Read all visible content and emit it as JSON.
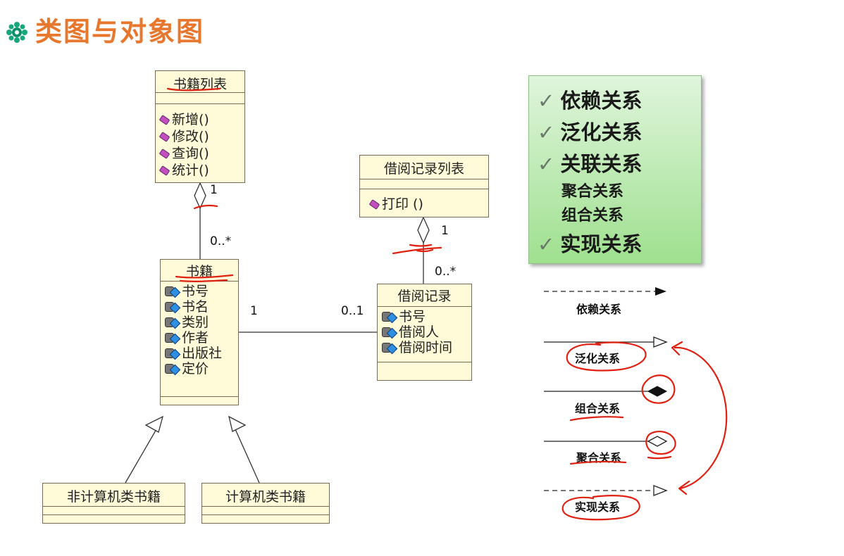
{
  "page_title": "类图与对象图",
  "colors": {
    "title": "#e8772e",
    "class_fill": "#fffbd8",
    "annotation": "#e02010"
  },
  "classes": {
    "book_list": {
      "name": "书籍列表",
      "ops": [
        "新增()",
        "修改()",
        "查询()",
        "统计()"
      ]
    },
    "borrow_list": {
      "name": "借阅记录列表",
      "ops": [
        "打印 ()"
      ]
    },
    "book": {
      "name": "书籍",
      "attrs": [
        "书号",
        "书名",
        "类别",
        "作者",
        "出版社",
        "定价"
      ]
    },
    "borrow": {
      "name": "借阅记录",
      "attrs": [
        "书号",
        "借阅人",
        "借阅时间"
      ]
    },
    "non_computer": {
      "name": "非计算机类书籍"
    },
    "computer": {
      "name": "计算机类书籍"
    }
  },
  "multiplicities": {
    "list_book_one": "1",
    "list_book_many": "0..*",
    "blist_borrow_one": "1",
    "blist_borrow_many": "0..*",
    "book_side": "1",
    "borrow_side": "0..1"
  },
  "legend": {
    "items": [
      {
        "label": "依赖关系",
        "checked": true
      },
      {
        "label": "泛化关系",
        "checked": true
      },
      {
        "label": "关联关系",
        "checked": true
      },
      {
        "label": "聚合关系",
        "checked": false
      },
      {
        "label": "组合关系",
        "checked": false
      },
      {
        "label": "实现关系",
        "checked": true
      }
    ],
    "check_mark": "✓"
  },
  "relation_examples": [
    "依赖关系",
    "泛化关系",
    "组合关系",
    "聚合关系",
    "实现关系"
  ]
}
